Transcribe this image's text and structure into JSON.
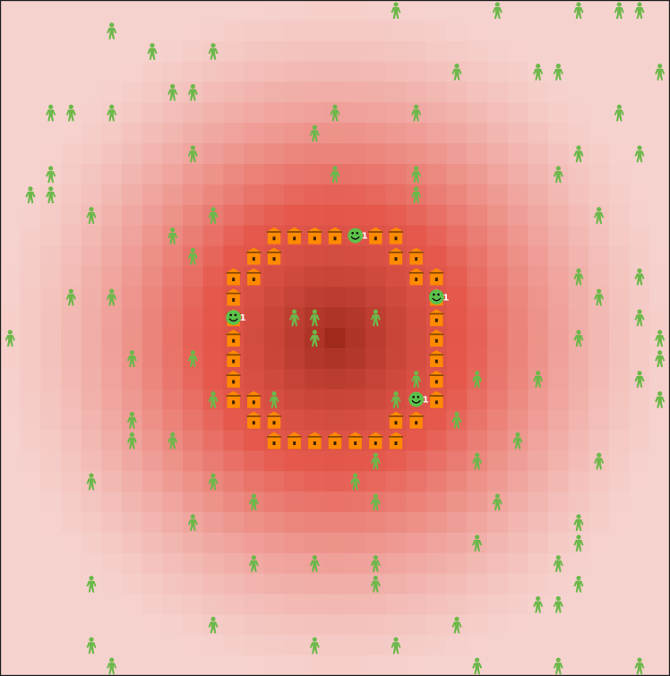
{
  "game": {
    "grid_cols": 33,
    "grid_rows": 33,
    "heat_center_cell": [
      16,
      16
    ],
    "colors": {
      "heat_low": "#f6d2ce",
      "heat_mid": "#e5584c",
      "heat_high": "#9f2a1c",
      "person": "#6cb84a",
      "hut_body": "#ff8a00",
      "hut_roof": "#8a4800",
      "hut_door": "#3a2000",
      "smiley": "#5cc24a",
      "border": "#222222"
    },
    "icons": {
      "person": "person-icon",
      "hut": "hut-icon",
      "smiley": "smiley-face-icon"
    },
    "smiley_label": "1",
    "huts": [
      [
        13,
        11
      ],
      [
        14,
        11
      ],
      [
        15,
        11
      ],
      [
        16,
        11
      ],
      [
        18,
        11
      ],
      [
        19,
        11
      ],
      [
        12,
        12
      ],
      [
        13,
        12
      ],
      [
        19,
        12
      ],
      [
        20,
        12
      ],
      [
        11,
        13
      ],
      [
        12,
        13
      ],
      [
        20,
        13
      ],
      [
        21,
        13
      ],
      [
        11,
        14
      ],
      [
        21,
        14
      ],
      [
        11,
        15
      ],
      [
        21,
        15
      ],
      [
        11,
        16
      ],
      [
        21,
        16
      ],
      [
        11,
        17
      ],
      [
        21,
        17
      ],
      [
        11,
        18
      ],
      [
        21,
        18
      ],
      [
        11,
        19
      ],
      [
        12,
        19
      ],
      [
        21,
        19
      ],
      [
        12,
        20
      ],
      [
        13,
        20
      ],
      [
        19,
        20
      ],
      [
        20,
        20
      ],
      [
        13,
        21
      ],
      [
        14,
        21
      ],
      [
        15,
        21
      ],
      [
        16,
        21
      ],
      [
        17,
        21
      ],
      [
        18,
        21
      ],
      [
        19,
        21
      ]
    ],
    "smileys": [
      [
        17,
        11
      ],
      [
        21,
        14
      ],
      [
        11,
        15
      ],
      [
        20,
        19
      ]
    ],
    "people": [
      [
        19,
        0
      ],
      [
        24,
        0
      ],
      [
        28,
        0
      ],
      [
        30,
        0
      ],
      [
        31,
        0
      ],
      [
        5,
        1
      ],
      [
        7,
        2
      ],
      [
        10,
        2
      ],
      [
        22,
        3
      ],
      [
        26,
        3
      ],
      [
        27,
        3
      ],
      [
        32,
        3
      ],
      [
        8,
        4
      ],
      [
        9,
        4
      ],
      [
        2,
        5
      ],
      [
        3,
        5
      ],
      [
        5,
        5
      ],
      [
        16,
        5
      ],
      [
        20,
        5
      ],
      [
        30,
        5
      ],
      [
        15,
        6
      ],
      [
        9,
        7
      ],
      [
        28,
        7
      ],
      [
        31,
        7
      ],
      [
        2,
        8
      ],
      [
        16,
        8
      ],
      [
        20,
        8
      ],
      [
        27,
        8
      ],
      [
        1,
        9
      ],
      [
        2,
        9
      ],
      [
        20,
        9
      ],
      [
        4,
        10
      ],
      [
        10,
        10
      ],
      [
        29,
        10
      ],
      [
        8,
        11
      ],
      [
        9,
        12
      ],
      [
        28,
        13
      ],
      [
        31,
        13
      ],
      [
        3,
        14
      ],
      [
        5,
        14
      ],
      [
        29,
        14
      ],
      [
        14,
        15
      ],
      [
        15,
        15
      ],
      [
        18,
        15
      ],
      [
        31,
        15
      ],
      [
        0,
        16
      ],
      [
        15,
        16
      ],
      [
        28,
        16
      ],
      [
        32,
        16
      ],
      [
        6,
        17
      ],
      [
        9,
        17
      ],
      [
        32,
        17
      ],
      [
        20,
        18
      ],
      [
        23,
        18
      ],
      [
        26,
        18
      ],
      [
        31,
        18
      ],
      [
        10,
        19
      ],
      [
        13,
        19
      ],
      [
        19,
        19
      ],
      [
        32,
        19
      ],
      [
        6,
        20
      ],
      [
        22,
        20
      ],
      [
        6,
        21
      ],
      [
        8,
        21
      ],
      [
        25,
        21
      ],
      [
        18,
        22
      ],
      [
        23,
        22
      ],
      [
        29,
        22
      ],
      [
        4,
        23
      ],
      [
        10,
        23
      ],
      [
        17,
        23
      ],
      [
        12,
        24
      ],
      [
        18,
        24
      ],
      [
        24,
        24
      ],
      [
        9,
        25
      ],
      [
        28,
        25
      ],
      [
        23,
        26
      ],
      [
        28,
        26
      ],
      [
        12,
        27
      ],
      [
        15,
        27
      ],
      [
        18,
        27
      ],
      [
        27,
        27
      ],
      [
        4,
        28
      ],
      [
        18,
        28
      ],
      [
        28,
        28
      ],
      [
        26,
        29
      ],
      [
        27,
        29
      ],
      [
        10,
        30
      ],
      [
        22,
        30
      ],
      [
        4,
        31
      ],
      [
        15,
        31
      ],
      [
        19,
        31
      ],
      [
        5,
        32
      ],
      [
        23,
        32
      ],
      [
        27,
        32
      ],
      [
        31,
        32
      ]
    ]
  }
}
